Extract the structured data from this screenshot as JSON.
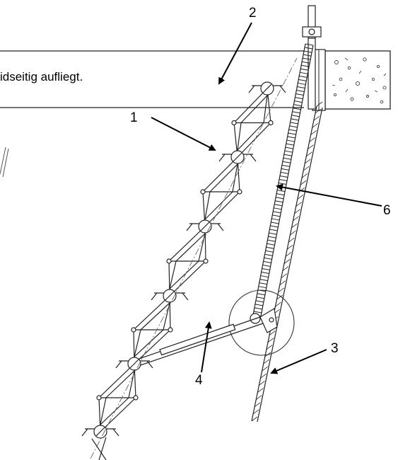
{
  "caption_fragment": "idseitig aufliegt.",
  "callouts": [
    {
      "id": "1",
      "text": "1"
    },
    {
      "id": "2",
      "text": "2"
    },
    {
      "id": "3",
      "text": "3"
    },
    {
      "id": "4",
      "text": "4"
    },
    {
      "id": "6",
      "text": "6"
    }
  ]
}
